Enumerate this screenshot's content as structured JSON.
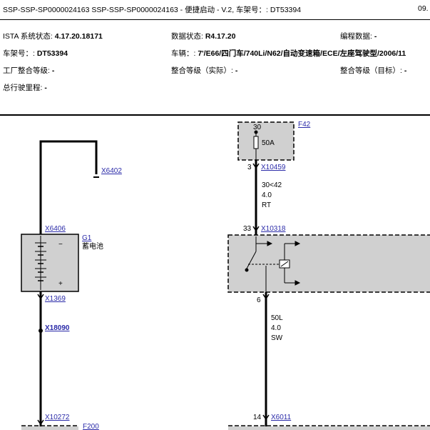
{
  "header": {
    "title": "SSP-SSP-SP0000024163 SSP-SSP-SP0000024163 - 便捷启动 - V.2, 车架号：: DT53394",
    "page": "09."
  },
  "info": {
    "ista_label": "ISTA 系统状态: ",
    "ista_value": "4.17.20.18171",
    "data_label": "数据状态: ",
    "data_value": "R4.17.20",
    "prog_label": "编程数据: ",
    "prog_value": "-",
    "vin_label": "车架号：: ",
    "vin_value": "DT53394",
    "vehicle_label": "车辆：: ",
    "vehicle_value": "7'/E66/四门车/740Li/N62/自动变速箱/ECE/左座驾驶型/2006/11",
    "factory_label": "工厂整合等级: ",
    "factory_value": "-",
    "actual_label": "整合等级（实际）: ",
    "actual_value": "-",
    "target_label": "整合等级（目标）: ",
    "target_value": "-",
    "mileage_label": "总行驶里程: ",
    "mileage_value": "-"
  },
  "diagram": {
    "x6402": "X6402",
    "x6406": "X6406",
    "g1": "G1",
    "battery_label": "蓄电池",
    "minus": "−",
    "plus": "+",
    "x1369": "X1369",
    "x18090": "X18090",
    "x10272": "X10272",
    "f200": "F200",
    "pin30_top": "30",
    "f42": "F42",
    "fuse_rating": "50A",
    "pin3": "3",
    "x10459": "X10459",
    "wire1_circuit": "30<42",
    "wire1_size": "4.0",
    "wire1_color": "RT",
    "pin33": "33",
    "x10318": "X10318",
    "pin6": "6",
    "wire2_circuit": "50L",
    "wire2_size": "4.0",
    "wire2_color": "SW",
    "pin14": "14",
    "x6011": "X6011"
  }
}
